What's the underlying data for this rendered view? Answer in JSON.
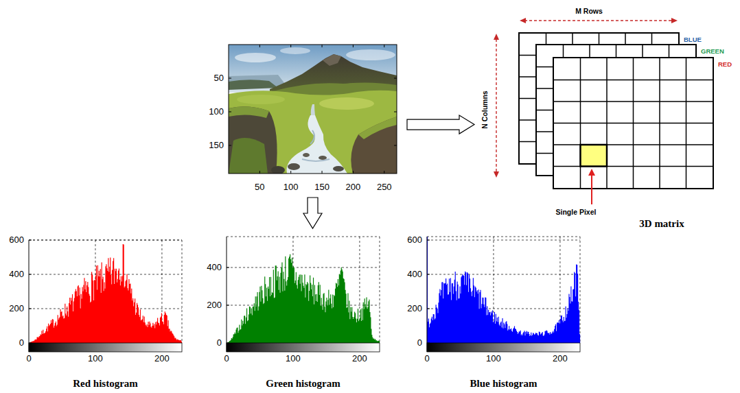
{
  "diagram": {
    "nodes": [
      {
        "text": [
          "50",
          "100",
          "150",
          "50",
          "100",
          "150",
          "200",
          "250"
        ]
      },
      {
        "text": [
          "3D matrix"
        ]
      },
      {
        "text": [
          "BLUE"
        ],
        "in": 1
      },
      {
        "text": [
          "GREEN"
        ],
        "in": 1
      },
      {
        "text": [
          "RED"
        ],
        "in": 1
      },
      {
        "text": [
          "600",
          "400",
          "200",
          "0",
          "0",
          "100",
          "200",
          "Red histogram"
        ]
      },
      {
        "text": [
          "400",
          "200",
          "0",
          "0",
          "100",
          "200",
          "Green histogram"
        ]
      },
      {
        "text": [
          "600",
          "400",
          "200",
          "0",
          "0",
          "100",
          "200",
          "Blue histogram"
        ]
      }
    ],
    "edges": [
      {
        "from": 0,
        "to": 1,
        "arrow": "to"
      },
      {
        "from": 0,
        "to": 6,
        "arrow": "to"
      }
    ],
    "labels": [
      "M Rows",
      "N Columns",
      "Single Pixel"
    ]
  }
}
